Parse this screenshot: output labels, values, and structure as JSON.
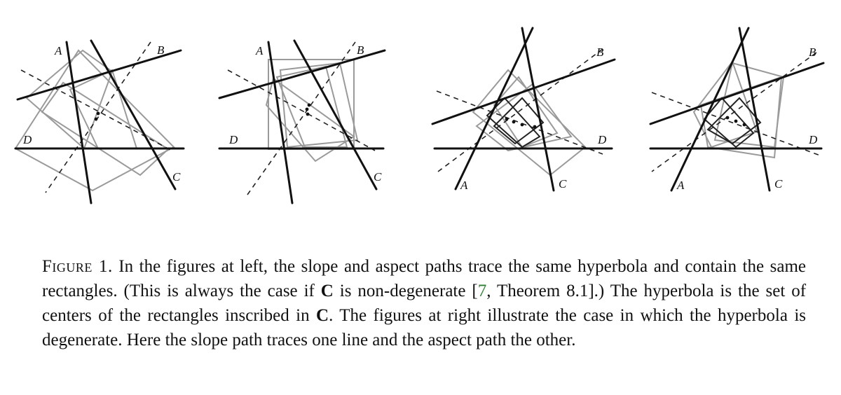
{
  "figure": {
    "panels": [
      {
        "labels": {
          "A": "A",
          "B": "B",
          "C": "C",
          "D": "D"
        }
      },
      {
        "labels": {
          "A": "A",
          "B": "B",
          "C": "C",
          "D": "D"
        }
      },
      {
        "labels": {
          "A": "A",
          "B": "B",
          "C": "C",
          "D": "D"
        }
      },
      {
        "labels": {
          "A": "A",
          "B": "B",
          "C": "C",
          "D": "D"
        }
      }
    ]
  },
  "caption": {
    "label": "Figure 1.",
    "part1": " In the figures at left, the slope and aspect paths trace the same hyperbola and contain the same rectangles. (This is always the case if ",
    "sym1": "C",
    "part2": " is non-degenerate [",
    "ref": "7",
    "part3": ", Theorem 8.1].) The hyperbola is the set of centers of the rectangles inscribed in ",
    "sym2": "C",
    "part4": ". The figures at right illustrate the case in which the hyperbola is degenerate. Here the slope path traces one line and the aspect path the other."
  }
}
